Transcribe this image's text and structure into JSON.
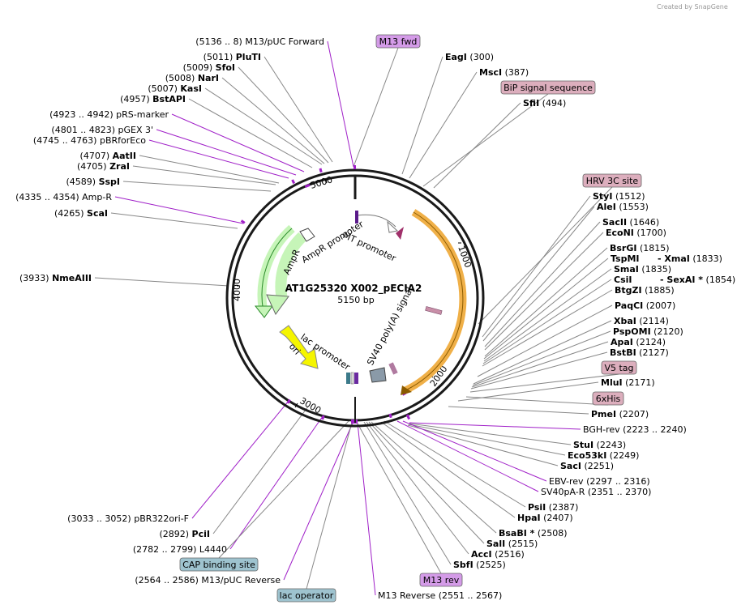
{
  "credit": "Created by SnapGene",
  "plasmid": {
    "name": "AT1G25320 X002_pECIA2",
    "size": "5150 bp"
  },
  "ruler": [
    "1000",
    "2000",
    "3000",
    "4000",
    "5000"
  ],
  "features_on_map": [
    "MT promoter",
    "AmpR promoter",
    "AmpR",
    "ori",
    "lac promoter",
    "SV40 poly(A) signal"
  ],
  "left_labels": [
    {
      "pos": "(5136 .. 8)",
      "name": "M13/pUC Forward",
      "kind": "feature"
    },
    {
      "pos": "(5011)",
      "name": "PluTI",
      "kind": "enzyme"
    },
    {
      "pos": "(5009)",
      "name": "SfoI",
      "kind": "enzyme"
    },
    {
      "pos": "(5008)",
      "name": "NarI",
      "kind": "enzyme"
    },
    {
      "pos": "(5007)",
      "name": "KasI",
      "kind": "enzyme"
    },
    {
      "pos": "(4957)",
      "name": "BstAPI",
      "kind": "enzyme"
    },
    {
      "pos": "(4923 .. 4942)",
      "name": "pRS-marker",
      "kind": "feature"
    },
    {
      "pos": "(4801 .. 4823)",
      "name": "pGEX 3'",
      "kind": "feature"
    },
    {
      "pos": "(4745 .. 4763)",
      "name": "pBRforEco",
      "kind": "feature"
    },
    {
      "pos": "(4707)",
      "name": "AatII",
      "kind": "enzyme"
    },
    {
      "pos": "(4705)",
      "name": "ZraI",
      "kind": "enzyme"
    },
    {
      "pos": "(4589)",
      "name": "SspI",
      "kind": "enzyme"
    },
    {
      "pos": "(4335 .. 4354)",
      "name": "Amp-R",
      "kind": "feature"
    },
    {
      "pos": "(4265)",
      "name": "ScaI",
      "kind": "enzyme"
    },
    {
      "pos": "(3933)",
      "name": "NmeAIII",
      "kind": "enzyme"
    },
    {
      "pos": "(3033 .. 3052)",
      "name": "pBR322ori-F",
      "kind": "feature"
    },
    {
      "pos": "(2892)",
      "name": "PciI",
      "kind": "enzyme"
    },
    {
      "pos": "(2782 .. 2799)",
      "name": "L4440",
      "kind": "feature"
    },
    {
      "pos": "(2564 .. 2586)",
      "name": "M13/pUC Reverse",
      "kind": "feature"
    }
  ],
  "right_labels": [
    {
      "name": "EagI",
      "pos": "(300)",
      "kind": "enzyme"
    },
    {
      "name": "MscI",
      "pos": "(387)",
      "kind": "enzyme"
    },
    {
      "name": "SfiI",
      "pos": "(494)",
      "kind": "enzyme"
    },
    {
      "name": "StyI",
      "pos": "(1512)",
      "kind": "enzyme"
    },
    {
      "name": "AleI",
      "pos": "(1553)",
      "kind": "enzyme"
    },
    {
      "name": "SacII",
      "pos": "(1646)",
      "kind": "enzyme"
    },
    {
      "name": "EcoNI",
      "pos": "(1700)",
      "kind": "enzyme"
    },
    {
      "name": "BsrGI",
      "pos": "(1815)",
      "kind": "enzyme"
    },
    {
      "name": "TspMI",
      "pos": "",
      "kind": "enzyme"
    },
    {
      "name": "- XmaI",
      "pos": "(1833)",
      "kind": "enzyme"
    },
    {
      "name": "SmaI",
      "pos": "(1835)",
      "kind": "enzyme"
    },
    {
      "name": "CsiI",
      "pos": "",
      "kind": "enzyme"
    },
    {
      "name": "- SexAI *",
      "pos": "(1854)",
      "kind": "enzyme"
    },
    {
      "name": "BtgZI",
      "pos": "(1885)",
      "kind": "enzyme"
    },
    {
      "name": "PaqCI",
      "pos": "(2007)",
      "kind": "enzyme"
    },
    {
      "name": "XbaI",
      "pos": "(2114)",
      "kind": "enzyme"
    },
    {
      "name": "PspOMI",
      "pos": "(2120)",
      "kind": "enzyme"
    },
    {
      "name": "ApaI",
      "pos": "(2124)",
      "kind": "enzyme"
    },
    {
      "name": "BstBI",
      "pos": "(2127)",
      "kind": "enzyme"
    },
    {
      "name": "MluI",
      "pos": "(2171)",
      "kind": "enzyme"
    },
    {
      "name": "PmeI",
      "pos": "(2207)",
      "kind": "enzyme"
    },
    {
      "name": "BGH-rev",
      "pos": "(2223 .. 2240)",
      "kind": "feature"
    },
    {
      "name": "StuI",
      "pos": "(2243)",
      "kind": "enzyme"
    },
    {
      "name": "Eco53kI",
      "pos": "(2249)",
      "kind": "enzyme"
    },
    {
      "name": "SacI",
      "pos": "(2251)",
      "kind": "enzyme"
    },
    {
      "name": "EBV-rev",
      "pos": "(2297 .. 2316)",
      "kind": "feature"
    },
    {
      "name": "SV40pA-R",
      "pos": "(2351 .. 2370)",
      "kind": "feature"
    },
    {
      "name": "PsiI",
      "pos": "(2387)",
      "kind": "enzyme"
    },
    {
      "name": "HpaI",
      "pos": "(2407)",
      "kind": "enzyme"
    },
    {
      "name": "BsaBI *",
      "pos": "(2508)",
      "kind": "enzyme"
    },
    {
      "name": "SalI",
      "pos": "(2515)",
      "kind": "enzyme"
    },
    {
      "name": "AccI",
      "pos": "(2516)",
      "kind": "enzyme"
    },
    {
      "name": "SbfI",
      "pos": "(2525)",
      "kind": "enzyme"
    },
    {
      "name": "M13 Reverse",
      "pos": "(2551 .. 2567)",
      "kind": "feature"
    }
  ],
  "boxed_labels": [
    {
      "text": "M13 fwd",
      "color": "#d49be8"
    },
    {
      "text": "BiP signal sequence",
      "color": "#dcaebd"
    },
    {
      "text": "HRV 3C site",
      "color": "#dcaebd"
    },
    {
      "text": "V5 tag",
      "color": "#dcaebd"
    },
    {
      "text": "6xHis",
      "color": "#dcaebd"
    },
    {
      "text": "M13 rev",
      "color": "#d49be8"
    },
    {
      "text": "CAP binding site",
      "color": "#9ec3cf"
    },
    {
      "text": "lac operator",
      "color": "#9ec3cf"
    }
  ],
  "colors": {
    "enzyme_text": "#000000",
    "feature_text": "#a020c8",
    "backbone": "#1a1a1a",
    "orf_orange": "#f0b048",
    "ampr_green": "#c6f5b8",
    "ori_yellow": "#f5f500",
    "promoter_grey": "#ffffff"
  }
}
